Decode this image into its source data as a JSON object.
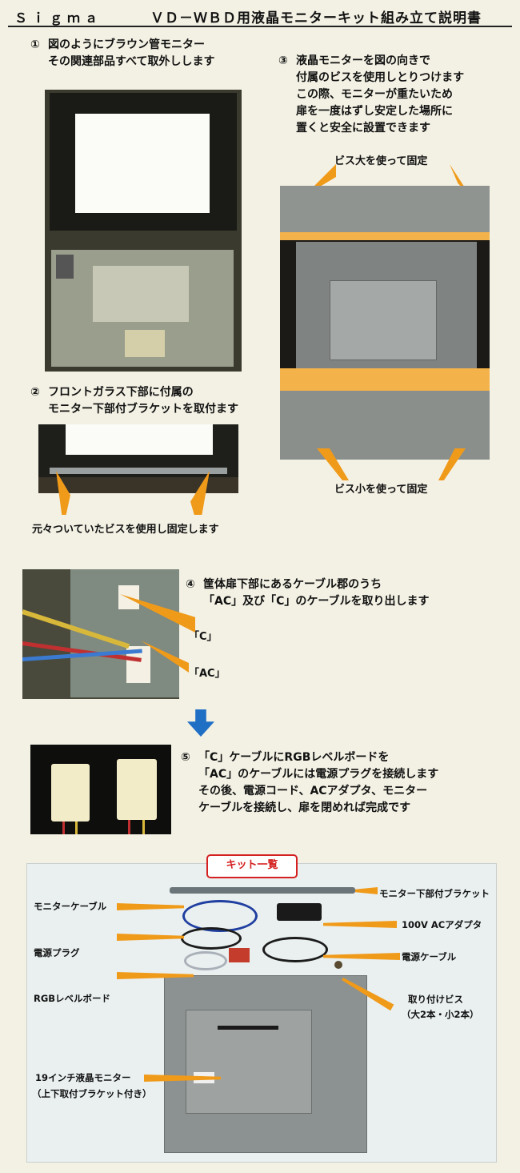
{
  "header": {
    "brand": "Ｓｉｇｍａ",
    "title": "ＶＤ－ＷＢＤ用液晶モニターキット組み立て説明書"
  },
  "step1": {
    "num": "①",
    "line1": "図のようにブラウン管モニター",
    "line2": "その関連部品すべて取外しします"
  },
  "step2": {
    "num": "②",
    "line1": "フロントガラス下部に付属の",
    "line2": "モニター下部付ブラケットを取付ます",
    "note": "元々ついていたビスを使用し固定します"
  },
  "step3": {
    "num": "③",
    "line1": "液晶モニターを図の向きで",
    "line2": "付属のビスを使用しとりつけます",
    "line3": "この際、モニターが重たいため",
    "line4": "扉を一度はずし安定した場所に",
    "line5": "置くと安全に設置できます",
    "top_callout": "ビス大を使って固定",
    "bottom_callout": "ビス小を使って固定"
  },
  "step4": {
    "num": "④",
    "line1": "筐体扉下部にあるケーブル郡のうち",
    "line2": "「AC」及び「C」のケーブルを取り出します",
    "label_c": "「C」",
    "label_ac": "「AC」"
  },
  "step5": {
    "num": "⑤",
    "line1": "「C」ケーブルにRGBレベルボードを",
    "line2": "「AC」のケーブルには電源プラグを接続します",
    "line3": "その後、電源コード、ACアダプタ、モニター",
    "line4": "ケーブルを接続し、扉を閉めれば完成です"
  },
  "kit": {
    "title": "キット一覧",
    "monitor_cable": "モニターケーブル",
    "power_plug": "電源プラグ",
    "rgb_board": "RGBレベルボード",
    "lcd_line1": "19インチ液晶モニター",
    "lcd_line2": "（上下取付ブラケット付き）",
    "bracket": "モニター下部付ブラケット",
    "adapter": "100V ACアダプタ",
    "power_cable": "電源ケーブル",
    "screws_line1": "取り付けビス",
    "screws_line2": "（大2本・小2本）"
  },
  "colors": {
    "accent_orange": "#f09a1a",
    "arrow_blue": "#1f6fc5",
    "kit_title_red": "#d42020"
  }
}
